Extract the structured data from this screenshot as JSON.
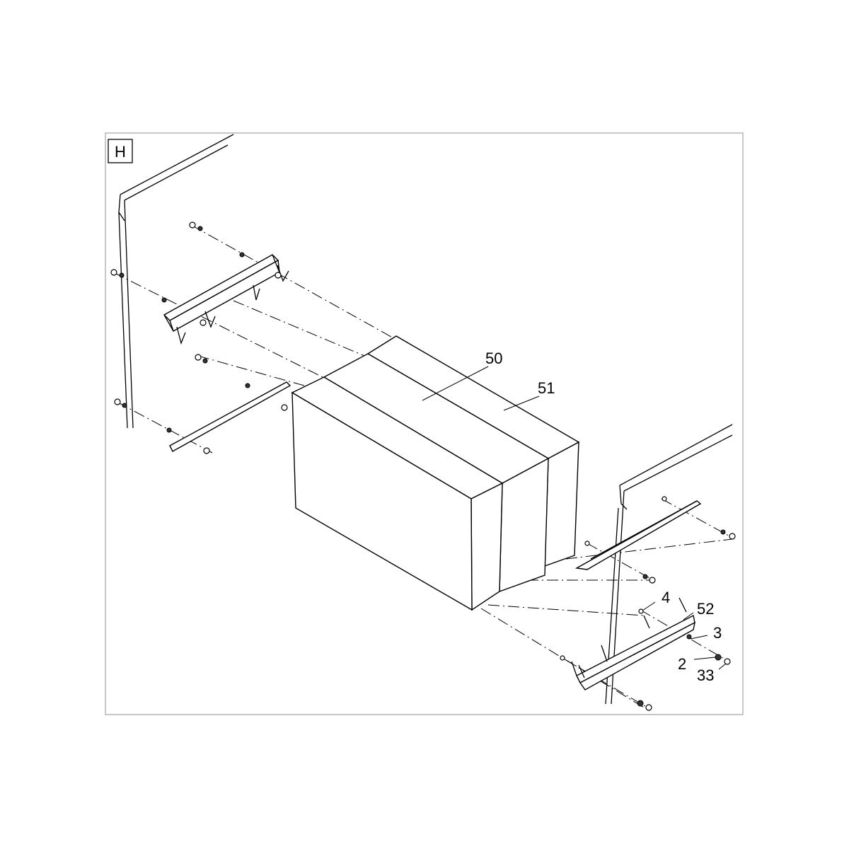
{
  "view_label": "H",
  "callouts": [
    {
      "id": "50"
    },
    {
      "id": "51"
    },
    {
      "id": "4"
    },
    {
      "id": "52"
    },
    {
      "id": "3"
    },
    {
      "id": "2"
    },
    {
      "id": "33"
    }
  ]
}
